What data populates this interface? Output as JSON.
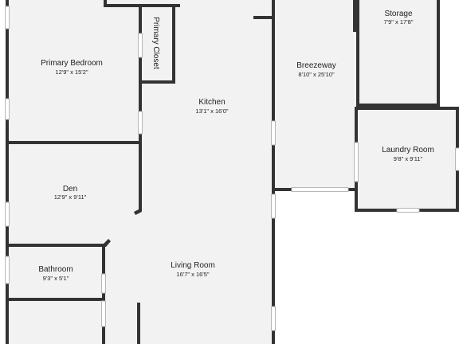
{
  "colors": {
    "floor": "#f2f2f2",
    "wall": "#333333",
    "window": "#b7b7b7",
    "background": "#ffffff"
  },
  "rooms": {
    "storage": {
      "name": "Storage",
      "dims": "7'9\" x 17'8\""
    },
    "breezeway": {
      "name": "Breezeway",
      "dims": "8'10\" x 25'10\""
    },
    "primary": {
      "name": "Primary Bedroom",
      "dims": "12'9\" x 15'2\""
    },
    "closet": {
      "name": "Primary Closet",
      "dims": ""
    },
    "kitchen": {
      "name": "Kitchen",
      "dims": "13'1\" x 16'0\""
    },
    "laundry": {
      "name": "Laundry Room",
      "dims": "9'8\" x 9'11\""
    },
    "den": {
      "name": "Den",
      "dims": "12'9\" x 9'11\""
    },
    "bathroom": {
      "name": "Bathroom",
      "dims": "9'3\" x 5'1\""
    },
    "living": {
      "name": "Living Room",
      "dims": "16'7\" x 16'5\""
    }
  }
}
